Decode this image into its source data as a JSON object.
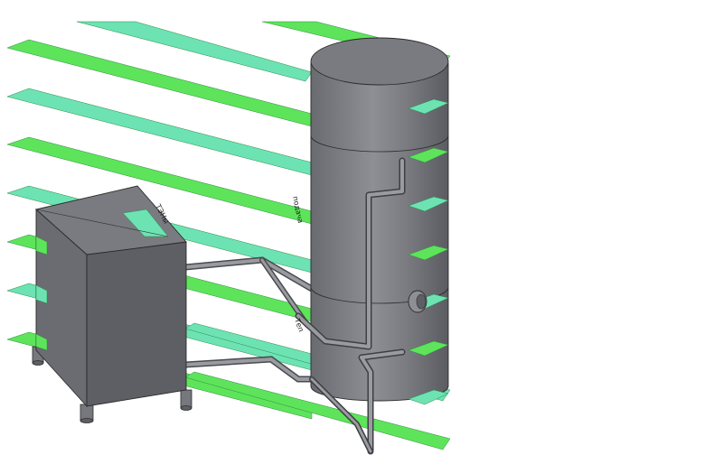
{
  "colors": {
    "background": "#ffffff",
    "strip_bright": "#5ee45a",
    "strip_teal": "#6de3b4",
    "strip_edge": "#2f8c46",
    "metal_dark": "#5e5f64",
    "metal_mid": "#77787e",
    "metal_light": "#8e8f94",
    "pipe": "#9a9ba0",
    "line": "#2b2b2b"
  },
  "icons": [
    "cylindrical-tank-icon",
    "box-unit-icon",
    "pipe-icon",
    "support-leg-icon"
  ],
  "labels": {
    "box_top": "ТЭНы",
    "tank_side": "подача",
    "pipe_mid": "Теп"
  }
}
